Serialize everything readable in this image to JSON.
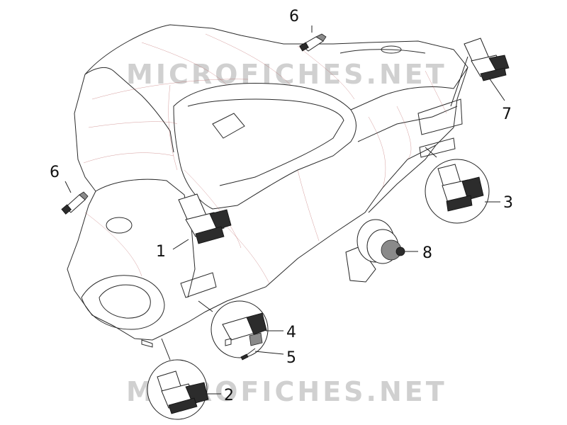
{
  "watermark": {
    "text": "MICROFICHES.NET",
    "color": "#c8c8c8"
  },
  "callouts": [
    {
      "id": "c6a",
      "text": "6"
    },
    {
      "id": "c6b",
      "text": "6"
    },
    {
      "id": "c7",
      "text": "7"
    },
    {
      "id": "c3",
      "text": "3"
    },
    {
      "id": "c8",
      "text": "8"
    },
    {
      "id": "c1",
      "text": "1"
    },
    {
      "id": "c4",
      "text": "4"
    },
    {
      "id": "c5",
      "text": "5"
    },
    {
      "id": "c2",
      "text": "2"
    }
  ],
  "colors": {
    "housing_outline": "#2a2a2a",
    "housing_hatch": "#b04a4a",
    "switch_dark": "#2c2c2c"
  }
}
